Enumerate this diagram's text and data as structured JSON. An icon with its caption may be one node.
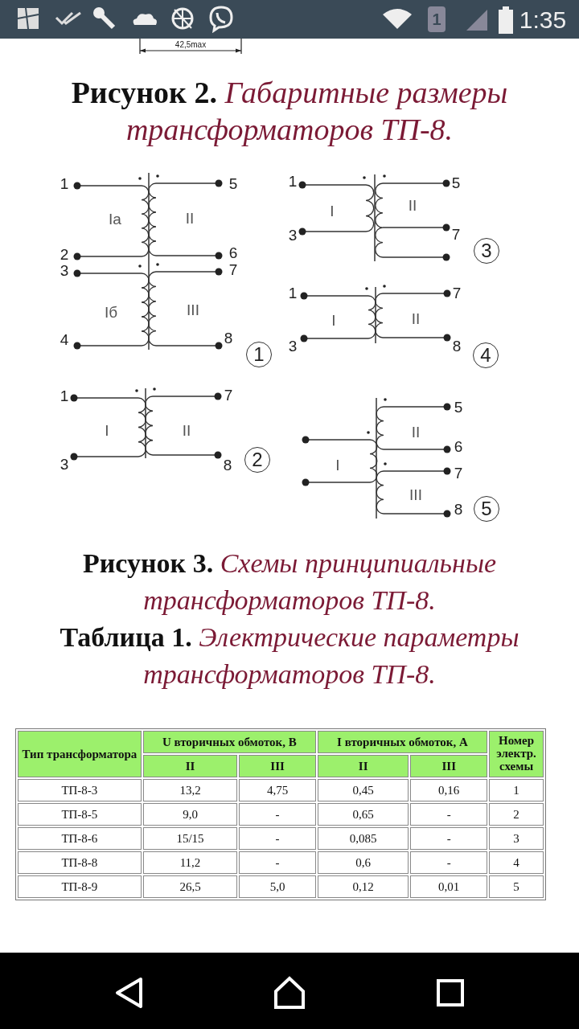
{
  "diagram": {
    "labels": [
      "1",
      "1:35",
      "42,5max",
      "**Рисунок 2.** *Габаритные размеры трансформаторов ТП-8.*",
      "1",
      "5",
      "Iа",
      "II",
      "2",
      "6",
      "3",
      "7",
      "Iб",
      "III",
      "4",
      "8",
      "1",
      "1",
      "5",
      "I",
      "II",
      "3",
      "7",
      "3",
      "1",
      "7",
      "I",
      "II",
      "3",
      "8",
      "4",
      "1",
      "7",
      "I",
      "II",
      "3",
      "8",
      "2",
      "5",
      "II",
      "6",
      "I",
      "7",
      "III",
      "8",
      "5",
      "**Рисунок 3.** *Схемы принципиальные трансформаторов ТП-8.*",
      "**Таблица 1.** *Электрические параметры трансформаторов ТП-8.*",
      "Тип трансформатора",
      "U вторичных обмоток, В",
      "I вторичных обмоток, А",
      "Номер электр. схемы",
      "II",
      "III",
      "II",
      "III",
      "ТП-8-3",
      "13,2",
      "4,75",
      "0,45",
      "0,16",
      "1",
      "ТП-8-5",
      "9,0",
      "-",
      "0,65",
      "-",
      "2",
      "ТП-8-6",
      "15/15",
      "-",
      "0,085",
      "-",
      "3",
      "ТП-8-8",
      "11,2",
      "-",
      "0,6",
      "-",
      "4",
      "ТП-8-9",
      "26,5",
      "5,0",
      "0,12",
      "0,01",
      "5"
    ]
  }
}
